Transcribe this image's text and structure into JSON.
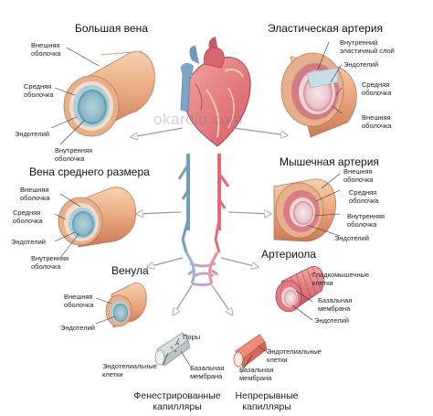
{
  "diagram": {
    "watermark": "okardio.com",
    "vessels": {
      "large_vein": {
        "title": "Большая вена",
        "labels": [
          "Внешняя оболочка",
          "Средняя оболочка",
          "Эндотелий",
          "Внутренняя оболочка"
        ]
      },
      "elastic_artery": {
        "title": "Эластическая артерия",
        "labels": [
          "Внутренний эластичный слой",
          "Эндотелий",
          "Средняя оболочка",
          "Внешняя оболочка"
        ]
      },
      "medium_vein": {
        "title": "Вена среднего размера",
        "labels": [
          "Внешняя оболочка",
          "Средняя оболочка",
          "Эндотелий",
          "Внутренняя оболочка"
        ]
      },
      "muscular_artery": {
        "title": "Мышечная артерия",
        "labels": [
          "Внешняя оболочка",
          "Средняя оболочка",
          "Внутренняя оболочка",
          "Эндотелий"
        ]
      },
      "venule": {
        "title": "Венула",
        "labels": [
          "Внешняя оболочка",
          "Эндотелий"
        ]
      },
      "arteriole": {
        "title": "Артериола",
        "labels": [
          "Гладкомышечные клетки",
          "Базальная мембрана",
          "Эндотелий"
        ]
      },
      "fenestrated_capillaries": {
        "title": "Фенестрированные капилляры",
        "labels": [
          "Поры",
          "Эндотелиальные клетки",
          "Базальная мембрана"
        ]
      },
      "continuous_capillaries": {
        "title": "Непрерывные капилляры",
        "labels": [
          "Эндотелиальные клетки",
          "Базальная мембрана"
        ]
      }
    }
  }
}
